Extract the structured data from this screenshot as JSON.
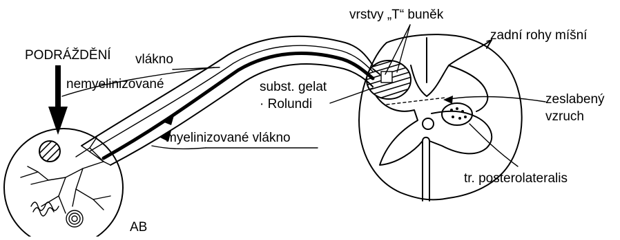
{
  "labels": {
    "podrazdeni": "PODRÁŽDĚNÍ",
    "vlakno": "vlákno",
    "nemyelinizovane": "nemyelinizované",
    "myelinizovane_vlakno": "myelinizované vlákno",
    "ab": "AB",
    "subst_gelat": "subst. gelat",
    "rolundi": "· Rolundi",
    "vrstvy": "vrstvy „T“ buněk",
    "zadni_rohy": "zadní rohy míšní",
    "zeslabeny": "zeslabený",
    "vzruch": "vzruch",
    "tr_posterolateralis": "tr. posterolateralis"
  }
}
